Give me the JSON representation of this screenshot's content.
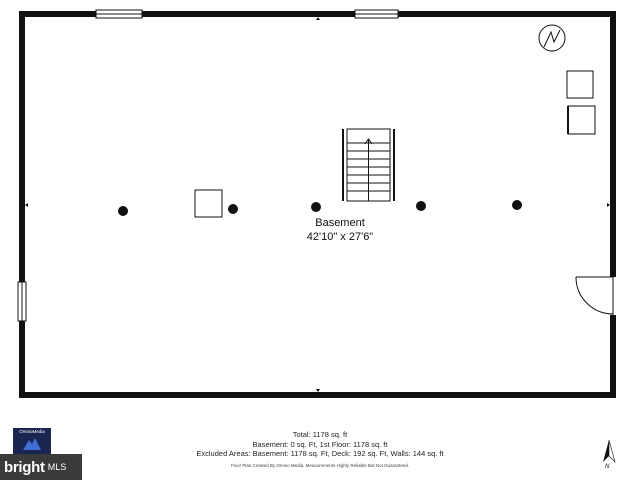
{
  "room": {
    "name": "Basement",
    "dimensions": "42'10\" x 27'6\""
  },
  "summary": {
    "total": "Total: 1178 sq. ft",
    "basement_line": "Basement: 0 sq. Ft, 1st Floor: 1178 sq. ft",
    "excluded_line": "Excluded Areas: Basement: 1178 sq. Ft, Deck: 192 sq. Ft, Walls: 144 sq. ft",
    "credit": "Floor Plan Created By Omnio Media. Measurements Highly Reliable But Not Guaranteed."
  },
  "branding": {
    "omnio": "OmnioMedia",
    "bright": "bright",
    "mls": "MLS"
  },
  "compass": {
    "label": "N"
  },
  "colors": {
    "wall": "#111111",
    "omnio_bg": "#1b2650",
    "bright_bg": "#3a3a3a"
  }
}
